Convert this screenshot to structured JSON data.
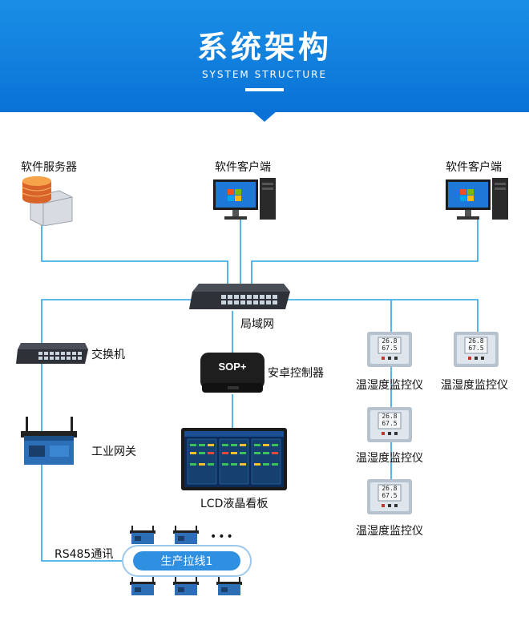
{
  "header": {
    "title": "系统架构",
    "subtitle": "SYSTEM STRUCTURE"
  },
  "nodes": {
    "server": "软件服务器",
    "client_center": "软件客户端",
    "client_right": "软件客户端",
    "lan": "局域网",
    "switch": "交换机",
    "android_controller": "安卓控制器",
    "industrial_gateway": "工业网关",
    "lcd_board": "LCD液晶看板",
    "rs485": "RS485通讯",
    "production_line": "生产拉线1",
    "sensor_1": "温湿度监控仪",
    "sensor_2": "温湿度监控仪",
    "sensor_3": "温湿度监控仪",
    "sensor_4": "温湿度监控仪"
  },
  "device_text": {
    "sop_brand": "SOP+",
    "sensor_temp": "26.8",
    "sensor_humidity": "67.5",
    "more_dots": "•••"
  },
  "colors": {
    "header_blue": "#0a72d6",
    "line_blue": "#29a3e6",
    "pill_blue": "#2f8fe0"
  }
}
